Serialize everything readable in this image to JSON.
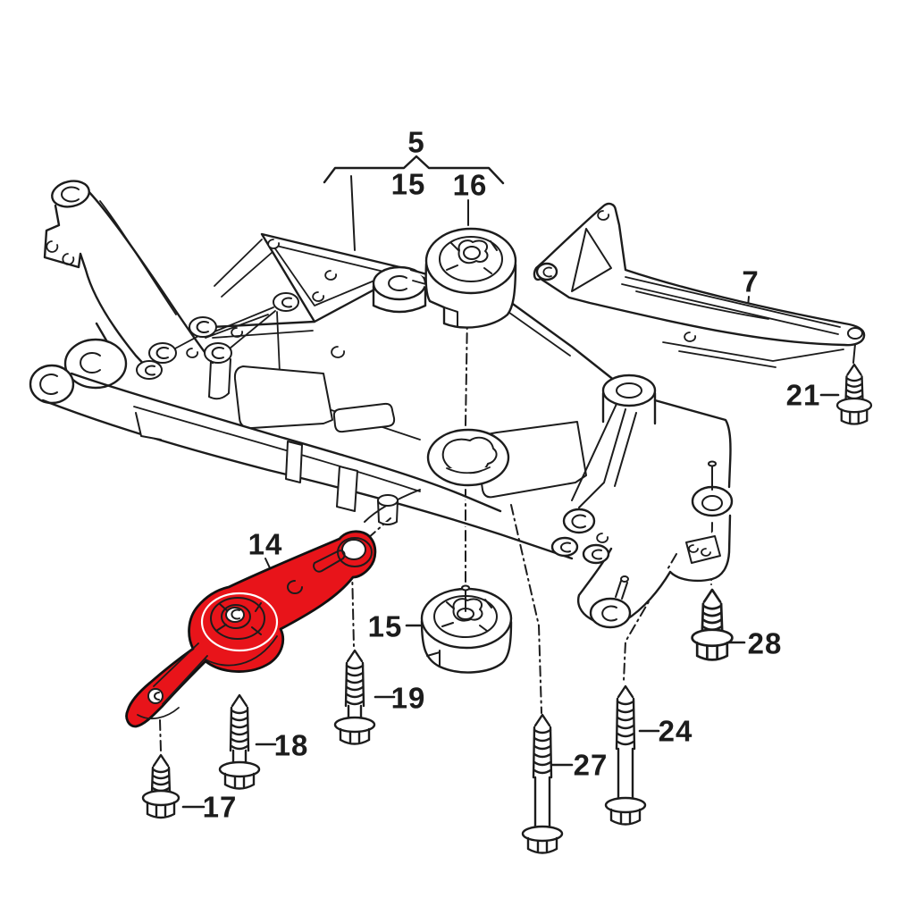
{
  "diagram": {
    "type": "exploded-parts-diagram",
    "subject": "front subframe with engine mounts and bolts",
    "background_color": "#ffffff",
    "line_color": "#1c1c1c",
    "highlight_color": "#e8141a",
    "highlighted_callout": "14",
    "callouts": [
      {
        "label": "5",
        "part": "bushing-kit-group-bracket"
      },
      {
        "label": "15",
        "part": "mount-bushing-upper-position"
      },
      {
        "label": "16",
        "part": "mount-bushing"
      },
      {
        "label": "7",
        "part": "support-bracket"
      },
      {
        "label": "21",
        "part": "flange-bolt-short"
      },
      {
        "label": "14",
        "part": "pendulum-support-highlighted"
      },
      {
        "label": "15",
        "part": "mount-bushing-lower-position"
      },
      {
        "label": "17",
        "part": "flange-bolt-short"
      },
      {
        "label": "18",
        "part": "flange-bolt-medium"
      },
      {
        "label": "19",
        "part": "flange-bolt-medium"
      },
      {
        "label": "27",
        "part": "flange-bolt-long"
      },
      {
        "label": "24",
        "part": "flange-bolt-long"
      },
      {
        "label": "28",
        "part": "flange-bolt-short"
      }
    ]
  }
}
